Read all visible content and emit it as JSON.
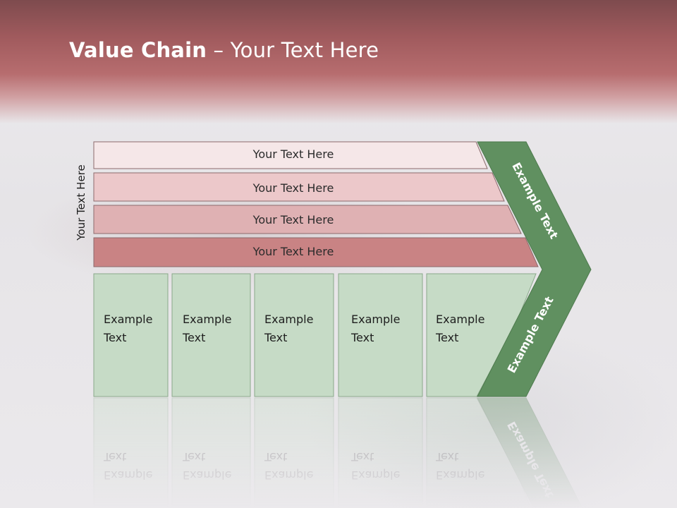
{
  "slide": {
    "title_bold": "Value Chain",
    "title_rest": " – Your Text Here",
    "side_label": "Your Text Here"
  },
  "bars": [
    {
      "label": "Your Text Here",
      "fill": "#f5e7e8"
    },
    {
      "label": "Your Text Here",
      "fill": "#ecc8ca"
    },
    {
      "label": "Your Text Here",
      "fill": "#dfb1b3"
    },
    {
      "label": "Your Text Here",
      "fill": "#c98384"
    }
  ],
  "boxes": [
    {
      "line1": "Example",
      "line2": "Text"
    },
    {
      "line1": "Example",
      "line2": "Text"
    },
    {
      "line1": "Example",
      "line2": "Text"
    },
    {
      "line1": "Example",
      "line2": "Text"
    },
    {
      "line1": "Example",
      "line2": "Text"
    }
  ],
  "chevron": {
    "upper_label": "Example Text",
    "lower_label": "Example Text",
    "color": "#609060"
  },
  "colors": {
    "box_fill": "#c6dbc6",
    "box_stroke": "#8aa88a",
    "bar_stroke": "#8c6a6c"
  }
}
